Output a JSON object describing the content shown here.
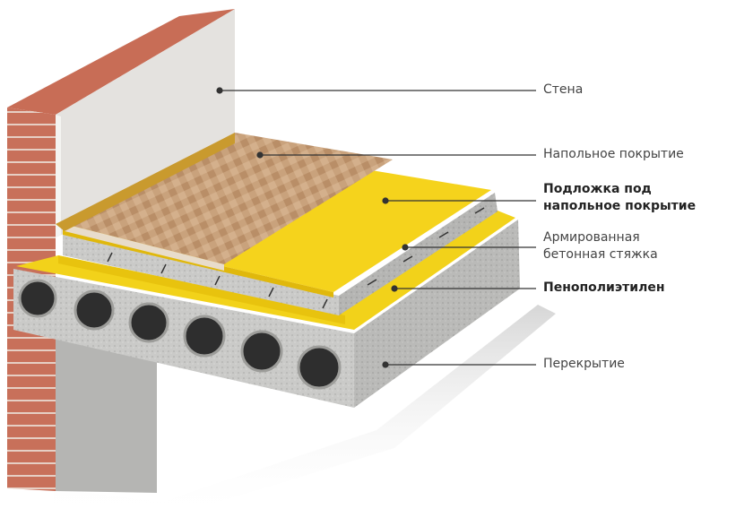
{
  "labels": {
    "wall": "Стена",
    "flooring": "Напольное покрытие",
    "underlay_line1": "Подложка под",
    "underlay_line2": "напольное покрытие",
    "screed_line1": "Армированная",
    "screed_line2": "бетонная стяжка",
    "foam": "Пенополиэтилен",
    "slab": "Перекрытие"
  },
  "colors": {
    "brick": "#c8705a",
    "plaster": "#e4e2df",
    "yellow": "#f2d21a",
    "concrete": "#c9c9c7",
    "wood": "#c9a27c",
    "leader": "#333333"
  }
}
